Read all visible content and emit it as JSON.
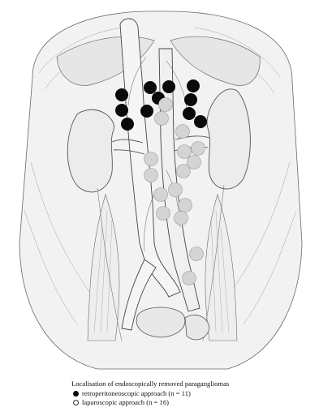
{
  "caption": "Localisation of endoscopically removed paragangliomas",
  "legend": [
    {
      "label": "retroperitoneoscopic approach (n = 11)",
      "marker": "filled"
    },
    {
      "label": "laparoscopic approach (n = 16)",
      "marker": "open"
    }
  ],
  "colors": {
    "retro_marker": "#0a0a0a",
    "lap_marker": "#d4d4d4",
    "lap_marker_stroke": "#9a9a9a",
    "illustration_line": "#5a5a5a",
    "paper": "#ffffff"
  },
  "marker_counts": {
    "retroperitoneoscopic": 11,
    "laparoscopic": 16
  }
}
